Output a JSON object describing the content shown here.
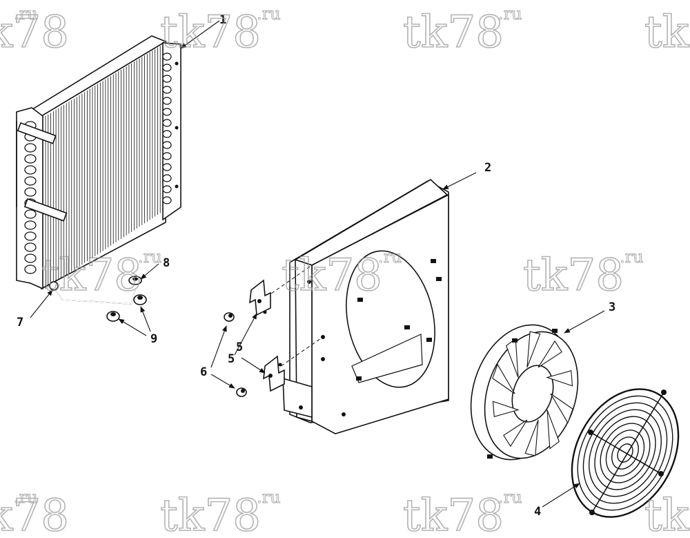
{
  "watermark": {
    "main": "tk78",
    "suffix": ".ru"
  },
  "callouts": [
    {
      "id": "callout-1",
      "label": "1"
    },
    {
      "id": "callout-2",
      "label": "2"
    },
    {
      "id": "callout-3",
      "label": "3"
    },
    {
      "id": "callout-4",
      "label": "4"
    },
    {
      "id": "callout-5a",
      "label": "5"
    },
    {
      "id": "callout-5b",
      "label": "5"
    },
    {
      "id": "callout-6",
      "label": "6"
    },
    {
      "id": "callout-7",
      "label": "7"
    },
    {
      "id": "callout-8",
      "label": "8"
    },
    {
      "id": "callout-9",
      "label": "9"
    }
  ]
}
